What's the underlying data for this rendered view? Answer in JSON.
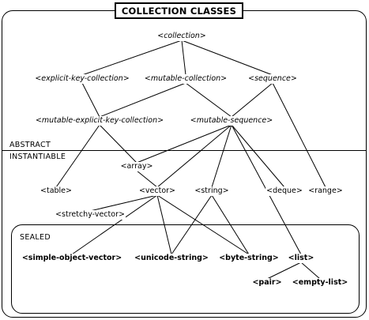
{
  "title": "COLLECTION CLASSES",
  "sections": {
    "abstract": "ABSTRACT",
    "instantiable": "INSTANTIABLE",
    "sealed": "SEALED"
  },
  "nodes": {
    "collection": "<collection>",
    "explicit_key_collection": "<explicit-key-collection>",
    "mutable_collection": "<mutable-collection>",
    "sequence": "<sequence>",
    "mutable_explicit_key_collection": "<mutable-explicit-key-collection>",
    "mutable_sequence": "<mutable-sequence>",
    "array": "<array>",
    "table": "<table>",
    "vector": "<vector>",
    "string": "<string>",
    "deque": "<deque>",
    "range": "<range>",
    "stretchy_vector": "<stretchy-vector>",
    "simple_object_vector": "<simple-object-vector>",
    "unicode_string": "<unicode-string>",
    "byte_string": "<byte-string>",
    "list": "<list>",
    "pair": "<pair>",
    "empty_list": "<empty-list>"
  },
  "edges": [
    [
      "collection",
      "explicit_key_collection"
    ],
    [
      "collection",
      "mutable_collection"
    ],
    [
      "collection",
      "sequence"
    ],
    [
      "explicit_key_collection",
      "mutable_explicit_key_collection"
    ],
    [
      "mutable_collection",
      "mutable_explicit_key_collection"
    ],
    [
      "mutable_collection",
      "mutable_sequence"
    ],
    [
      "sequence",
      "mutable_sequence"
    ],
    [
      "sequence",
      "range"
    ],
    [
      "mutable_explicit_key_collection",
      "table"
    ],
    [
      "mutable_explicit_key_collection",
      "array"
    ],
    [
      "mutable_sequence",
      "array"
    ],
    [
      "mutable_sequence",
      "vector"
    ],
    [
      "mutable_sequence",
      "string"
    ],
    [
      "mutable_sequence",
      "deque"
    ],
    [
      "mutable_sequence",
      "list"
    ],
    [
      "array",
      "vector"
    ],
    [
      "vector",
      "stretchy_vector"
    ],
    [
      "vector",
      "simple_object_vector"
    ],
    [
      "vector",
      "unicode_string"
    ],
    [
      "vector",
      "byte_string"
    ],
    [
      "string",
      "unicode_string"
    ],
    [
      "string",
      "byte_string"
    ],
    [
      "list",
      "pair"
    ],
    [
      "list",
      "empty_list"
    ]
  ]
}
